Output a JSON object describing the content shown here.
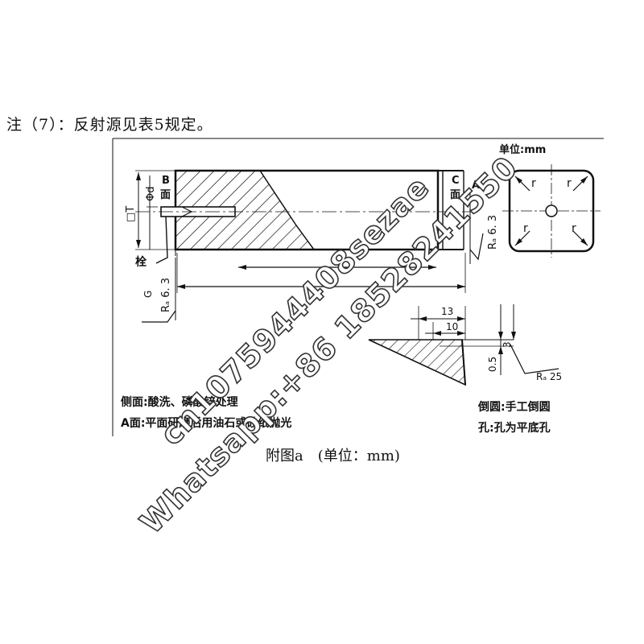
{
  "note": "注（7）：反射源见表5规定。",
  "caption": {
    "title": "附图a",
    "unit": "(单位：mm)"
  },
  "drawing": {
    "unit_label": "单位:mm",
    "face_b": [
      "B",
      "面"
    ],
    "face_c": [
      "C",
      "面"
    ],
    "face_a": "A",
    "dim_phi_d": "Φd",
    "dim_square_t": "□T",
    "roughness_right": "Rₐ 6. 3",
    "roughness_left": "Rₐ 6. 3",
    "g_label": "G",
    "plug_label": "栓",
    "corner_r": "r",
    "detail_13": "13",
    "detail_10": "10",
    "detail_3": "3",
    "detail_05": "0.5",
    "detail_r25": "Rₐ 25",
    "note_side": "侧面:酸洗、磷酸锌处理",
    "note_a": "A面:平面研磨后用油石或砂纸抛光",
    "note_chamfer": "倒圆:手工倒圆",
    "note_hole": "孔:孔为平底孔"
  },
  "watermark": {
    "line1": "cn1075944408sezae",
    "line2": "Whatsapp:+86 18528241550"
  }
}
